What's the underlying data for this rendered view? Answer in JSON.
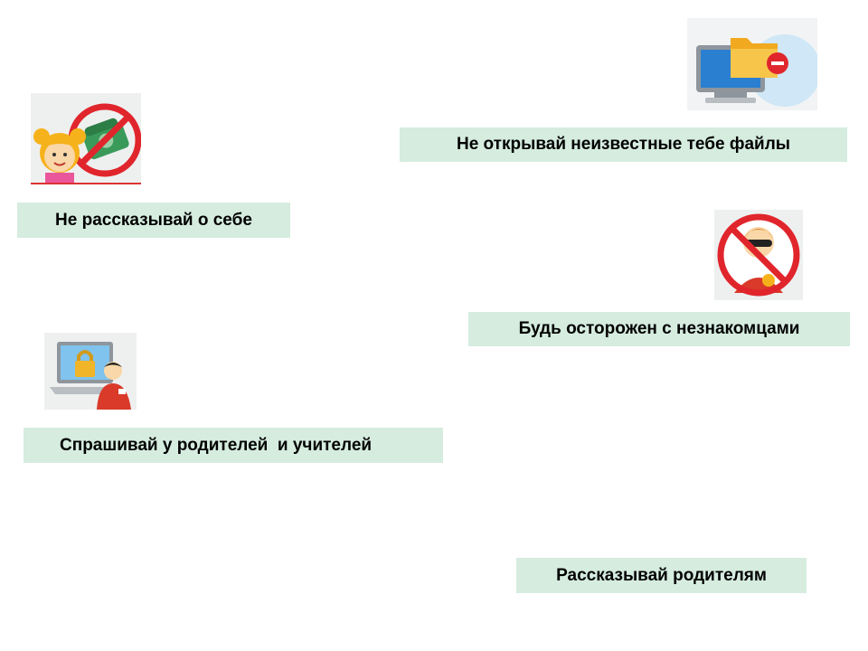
{
  "rules": {
    "dont_tell_about_self": "Не рассказывай о себе",
    "dont_open_files": "Не открывай неизвестные тебе файлы",
    "beware_strangers": "Будь осторожен с незнакомцами",
    "ask_parents_teachers": "Спрашивай у родителей  и учителей",
    "tell_parents": "Рассказывай родителям"
  },
  "colors": {
    "label_background": "#d5ecdf",
    "prohibition_red": "#e0262c"
  },
  "icons": {
    "girl_phone": "girl-with-crossed-phone-icon",
    "computer_folder": "computer-folder-minus-icon",
    "masked_stranger": "crossed-masked-stranger-icon",
    "computer_lock": "computer-lock-person-icon"
  }
}
